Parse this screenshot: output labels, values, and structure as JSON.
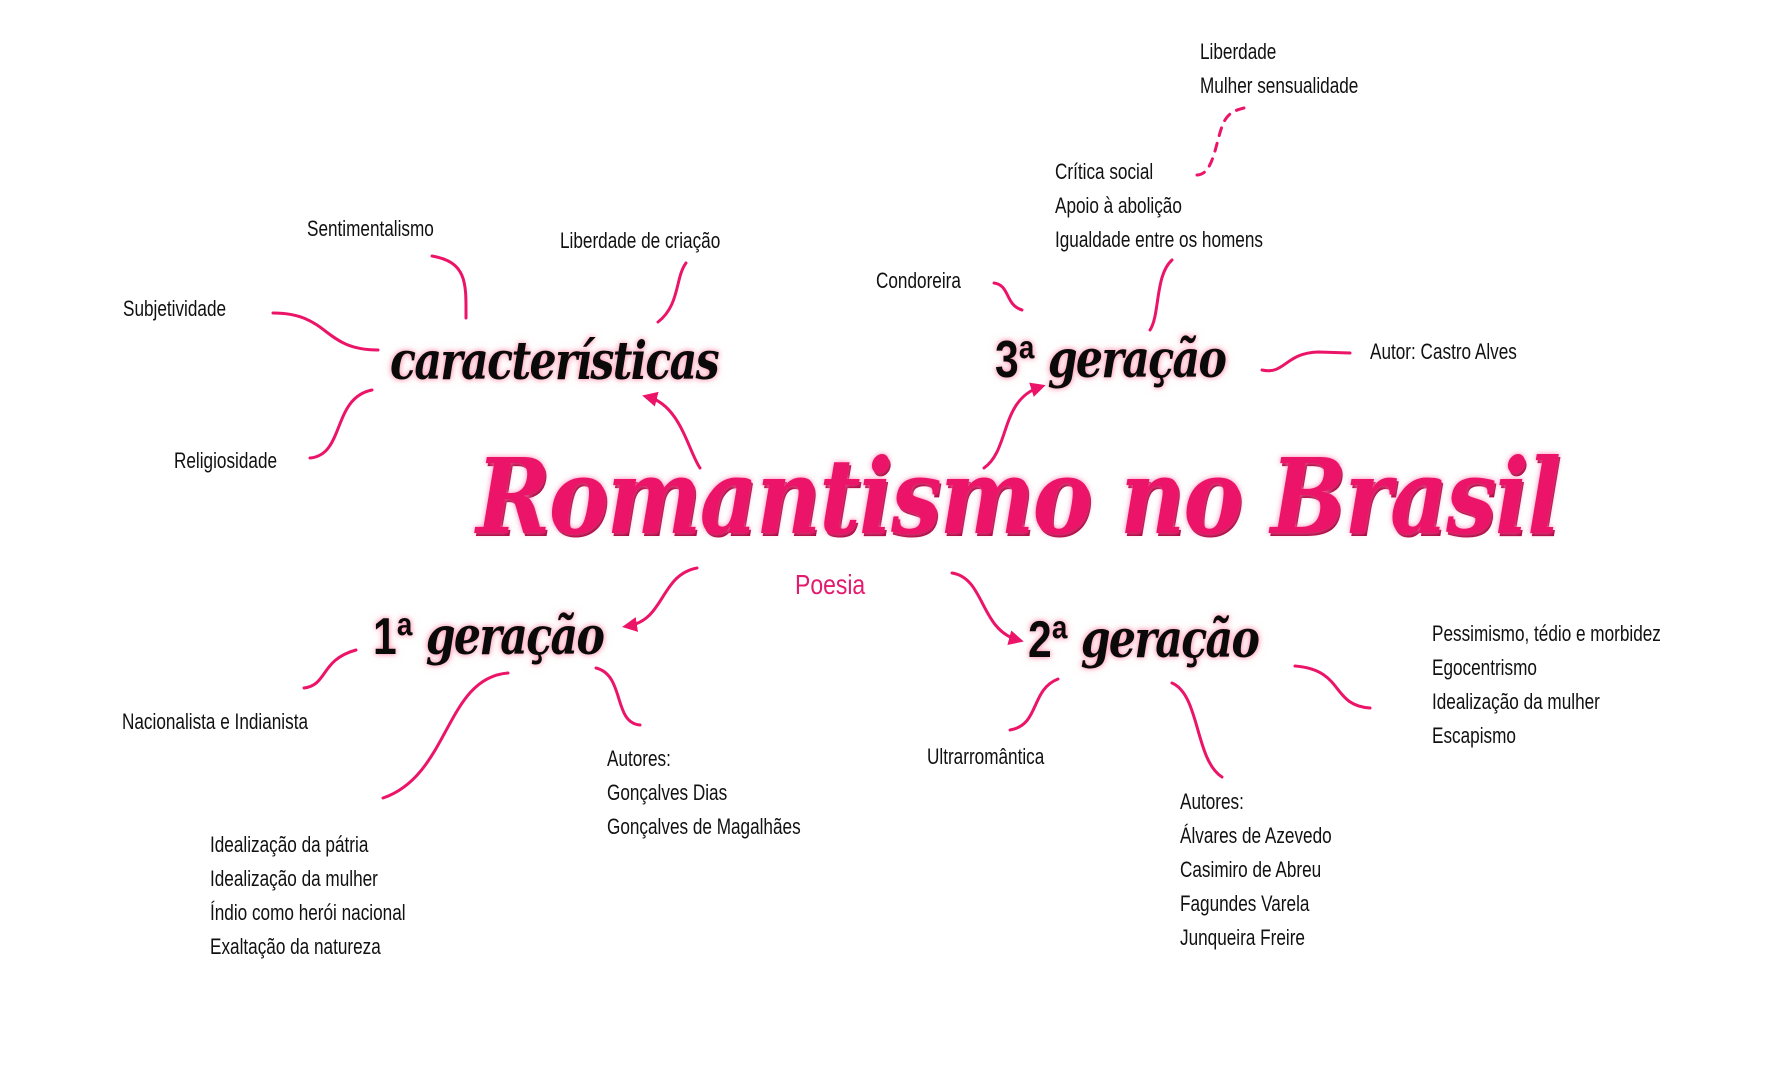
{
  "title": "Romantismo no Brasil",
  "subtitle": "Poesia",
  "colors": {
    "accent": "#ec1468",
    "text": "#111111",
    "background": "#ffffff",
    "node_glow": "#ff8caa"
  },
  "characteristics": {
    "label": "características",
    "items": {
      "sentimentalismo": "Sentimentalismo",
      "liberdade_criacao": "Liberdade de criação",
      "subjetividade": "Subjetividade",
      "religiosidade": "Religiosidade"
    }
  },
  "gen3": {
    "label": "3ª geração",
    "ordinal": "3ª",
    "word": "geração",
    "condoreira": "Condoreira",
    "author": "Autor: Castro Alves",
    "themes": [
      "Crítica social",
      "Apoio à abolição",
      "Igualdade entre os homens"
    ],
    "extra": [
      "Liberdade",
      "Mulher sensualidade"
    ]
  },
  "gen1": {
    "label": "1ª geração",
    "ordinal": "1ª",
    "word": "geração",
    "type": "Nacionalista e Indianista",
    "themes": [
      "Idealização da pátria",
      "Idealização da mulher",
      "Índio como herói nacional",
      "Exaltação da natureza"
    ],
    "authors_label": "Autores:",
    "authors": [
      "Gonçalves Dias",
      "Gonçalves de Magalhães"
    ]
  },
  "gen2": {
    "label": "2ª geração",
    "ordinal": "2ª",
    "word": "geração",
    "type": "Ultrarromântica",
    "themes": [
      "Pessimismo, tédio e morbidez",
      "Egocentrismo",
      "Idealização da mulher",
      "Escapismo"
    ],
    "authors_label": "Autores:",
    "authors": [
      "Álvares de Azevedo",
      "Casimiro de Abreu",
      "Fagundes Varela",
      "Junqueira Freire"
    ]
  }
}
